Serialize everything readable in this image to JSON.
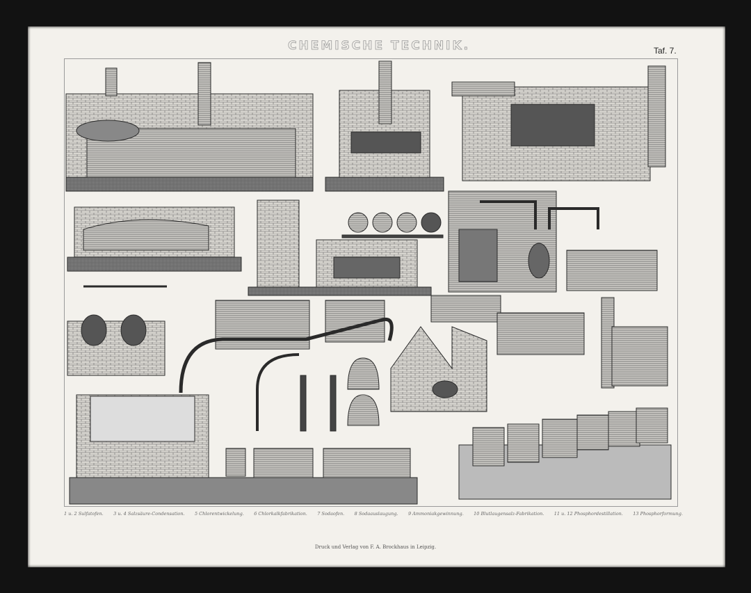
{
  "plate": {
    "title": "CHEMISCHE TECHNIK.",
    "plate_number": "Taf. 7.",
    "captions": [
      "1 u. 2 Sulfatofen.",
      "3 u. 4 Salzsäure-Condensation.",
      "5 Chlorentwickelung.",
      "6 Chlorkalkfabrikation.",
      "7 Sodaofen.",
      "8 Sodaauslaugung.",
      "9 Ammoniakgewinnung.",
      "10 Blutlaugensalz-Fabrikation.",
      "11 u. 12 Phosphordestillation.",
      "13 Phosphorformung."
    ],
    "imprint": "Druck und Verlag von F. A. Brockhaus in Leipzig."
  },
  "colors": {
    "paper": "#f3f1ec",
    "ink": "#2a2a2a",
    "background": "#121212"
  }
}
